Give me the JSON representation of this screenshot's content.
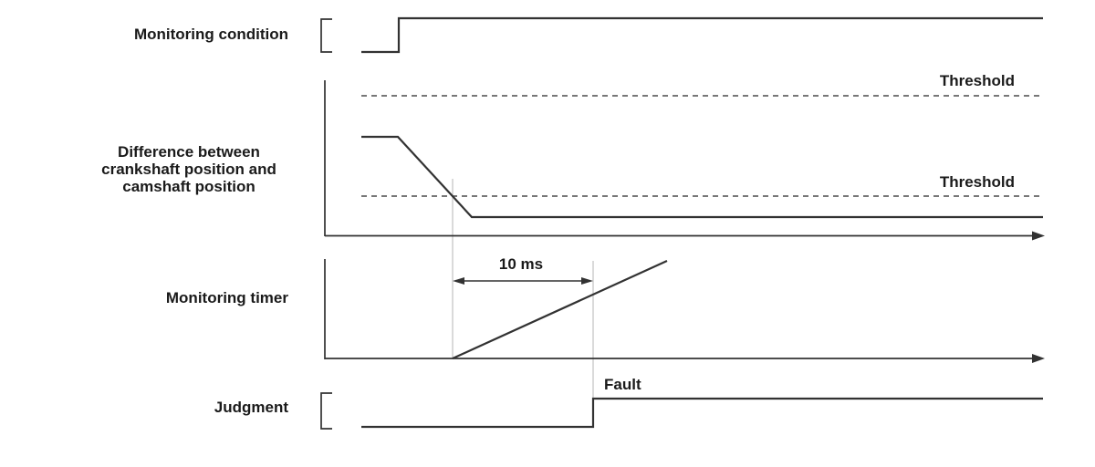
{
  "rows": {
    "monitoring_condition": {
      "label": "Monitoring condition"
    },
    "difference": {
      "label_line1": "Difference between",
      "label_line2": "crankshaft position and",
      "label_line3": "camshaft position",
      "threshold_upper_label": "Threshold",
      "threshold_lower_label": "Threshold"
    },
    "monitoring_timer": {
      "label": "Monitoring timer",
      "duration_label": "10 ms"
    },
    "judgment": {
      "label": "Judgment",
      "fault_label": "Fault"
    }
  },
  "colors": {
    "signal": "#323232",
    "threshold_line": "#4a4a4a",
    "reference_line": "#c2c2c2",
    "text": "#1a1a1a",
    "background": "#ffffff"
  },
  "chart_data": {
    "type": "timing-diagram",
    "tracks": [
      {
        "name": "Monitoring condition",
        "kind": "digital",
        "description": "Starts low, steps high shortly after the diagram begins and remains high to the right edge"
      },
      {
        "name": "Difference between crankshaft position and camshaft position",
        "kind": "analog",
        "description": "Starts flat between two dashed Threshold lines, ramps down, crosses the lower Threshold, then remains constant just above the time axis",
        "thresholds": [
          "Threshold (upper, dashed)",
          "Threshold (lower, dashed)"
        ]
      },
      {
        "name": "Monitoring timer",
        "kind": "ramp",
        "description": "Begins increasing linearly at the instant the difference drops below the lower Threshold; the interval from timer start to the fault judgment is 10 ms",
        "duration": "10 ms"
      },
      {
        "name": "Judgment",
        "kind": "digital",
        "description": "Low until the monitoring timer completes 10 ms, then steps high; the high state is labeled Fault"
      }
    ]
  }
}
